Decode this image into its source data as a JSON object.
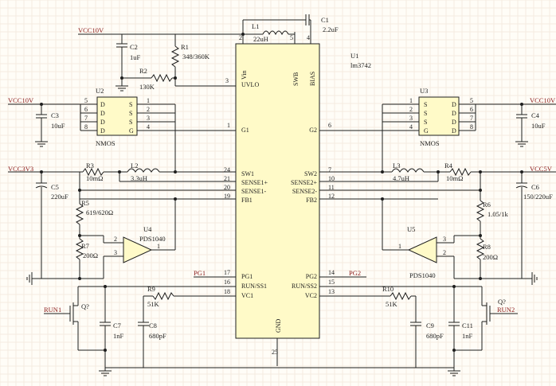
{
  "colors": {
    "wire": "#1e1e1e",
    "body": "#fffac8",
    "net": "#8b1a1a",
    "background": "#fffdf7"
  },
  "u1": {
    "ref": "U1",
    "part": "lm3742",
    "pins_top": [
      {
        "name": "Vin",
        "num": "2"
      },
      {
        "name": "SWB",
        "num": "5"
      },
      {
        "name": "BIAS",
        "num": "4"
      }
    ],
    "pins_left": [
      {
        "name": "UVLO",
        "num": "3"
      },
      {
        "name": "G1",
        "num": "1"
      },
      {
        "name": "SW1",
        "num": "24"
      },
      {
        "name": "SENSE1+",
        "num": "21"
      },
      {
        "name": "SENSE1-",
        "num": "20"
      },
      {
        "name": "FB1",
        "num": "19"
      },
      {
        "name": "PG1",
        "num": "17"
      },
      {
        "name": "RUN/SS1",
        "num": "16"
      },
      {
        "name": "VC1",
        "num": "18"
      }
    ],
    "pins_right": [
      {
        "name": "G2",
        "num": "6"
      },
      {
        "name": "SW2",
        "num": "7"
      },
      {
        "name": "SENSE2+",
        "num": "10"
      },
      {
        "name": "SENSE2-",
        "num": "11"
      },
      {
        "name": "FB2",
        "num": "12"
      },
      {
        "name": "PG2",
        "num": "14"
      },
      {
        "name": "RUN/SS2",
        "num": "15"
      },
      {
        "name": "VC2",
        "num": "13"
      }
    ],
    "pin_bottom": {
      "name": "GND",
      "num": "25"
    }
  },
  "nets": {
    "vcc10v_top": "VCC10V",
    "vcc10v_left": "VCC10V",
    "vcc10v_right": "VCC10V",
    "vcc3v3": "VCC3V3",
    "vcc5v": "VCC5V",
    "pg1": "PG1",
    "pg2": "PG2",
    "run1": "RUN1",
    "run2": "RUN2"
  },
  "components": {
    "l1": {
      "ref": "L1",
      "value": "22uH"
    },
    "c1": {
      "ref": "C1",
      "value": "2.2uF"
    },
    "c2": {
      "ref": "C2",
      "value": "1uF"
    },
    "r1": {
      "ref": "R1",
      "value": "348/360K"
    },
    "r2": {
      "ref": "R2",
      "value": "130K"
    },
    "u2": {
      "ref": "U2",
      "value": "NMOS",
      "pins": [
        [
          "5",
          "S",
          "D",
          "1"
        ],
        [
          "6",
          "S",
          "D",
          "2"
        ],
        [
          "7",
          "S",
          "D",
          "3"
        ],
        [
          "8",
          "G",
          "D",
          "4"
        ]
      ]
    },
    "u3": {
      "ref": "U3",
      "value": "NMOS",
      "pins": [
        [
          "1",
          "S",
          "D",
          "5"
        ],
        [
          "2",
          "S",
          "D",
          "6"
        ],
        [
          "3",
          "S",
          "D",
          "7"
        ],
        [
          "4",
          "G",
          "D",
          "8"
        ]
      ]
    },
    "c3": {
      "ref": "C3",
      "value": "10uF"
    },
    "c4": {
      "ref": "C4",
      "value": "10uF"
    },
    "r3": {
      "ref": "R3",
      "value": "10mΩ"
    },
    "l2": {
      "ref": "L2",
      "value": "3.3uH"
    },
    "l3": {
      "ref": "L3",
      "value": "4.7uH"
    },
    "r4": {
      "ref": "R4",
      "value": "10mΩ"
    },
    "c5": {
      "ref": "C5",
      "value": "220uF"
    },
    "c6": {
      "ref": "C6",
      "value": "150/220uF"
    },
    "r5": {
      "ref": "R5",
      "value": "619/620Ω"
    },
    "r6": {
      "ref": "R6",
      "value": "1.05/1k"
    },
    "r7": {
      "ref": "R7",
      "value": "200Ω"
    },
    "r8": {
      "ref": "R8",
      "value": "200Ω"
    },
    "u4": {
      "ref": "U4",
      "value": "PDS1040"
    },
    "u5": {
      "ref": "U5",
      "value": "PDS1040"
    },
    "q7a": {
      "ref": "Q?"
    },
    "q7b": {
      "ref": "Q?"
    },
    "c7": {
      "ref": "C7",
      "value": "1nF"
    },
    "c8": {
      "ref": "C8",
      "value": "680pF"
    },
    "c9": {
      "ref": "C9",
      "value": "680pF"
    },
    "c11": {
      "ref": "C11",
      "value": "1nF"
    },
    "r9": {
      "ref": "R9",
      "value": "51K"
    },
    "r10": {
      "ref": "R10",
      "value": "51K"
    }
  },
  "diode_pins": {
    "u4_a": "2",
    "u4_b": "3",
    "u4_k": "1",
    "u5_a": "3",
    "u5_b": "2",
    "u5_k": "1"
  }
}
